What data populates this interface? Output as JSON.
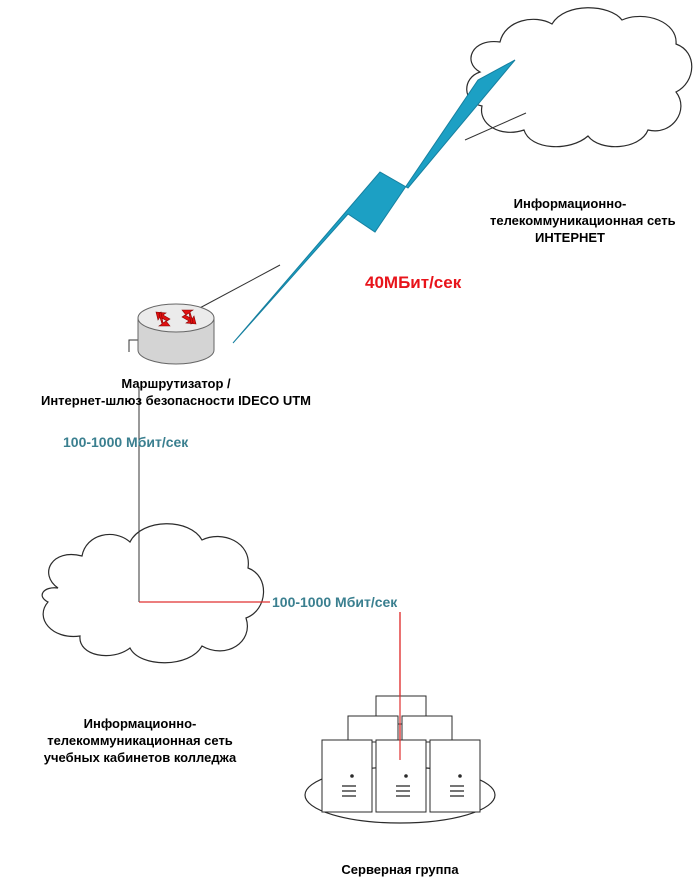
{
  "internet": {
    "label_line1": "Информационно-",
    "label_line2": "телекоммуникационная сеть",
    "label_line3": "ИНТЕРНЕТ"
  },
  "wan_speed": "40МБит/сек",
  "router": {
    "label_line1": "Маршрутизатор /",
    "label_line2": "Интернет-шлюз безопасности IDECO UTM"
  },
  "uplink_speed": "100-1000 Мбит/сек",
  "lan_speed": "100-1000 Мбит/сек",
  "lan": {
    "label_line1": "Информационно-",
    "label_line2": "телекоммуникационная сеть",
    "label_line3": "учебных кабинетов колледжа"
  },
  "servers": {
    "label": "Серверная группа"
  },
  "colors": {
    "wan_speed": "#e8141b",
    "link_speed": "#3a7f8f",
    "bolt": "#1ca0c4",
    "link_red": "#e03030",
    "router_arrow": "#e01010"
  }
}
